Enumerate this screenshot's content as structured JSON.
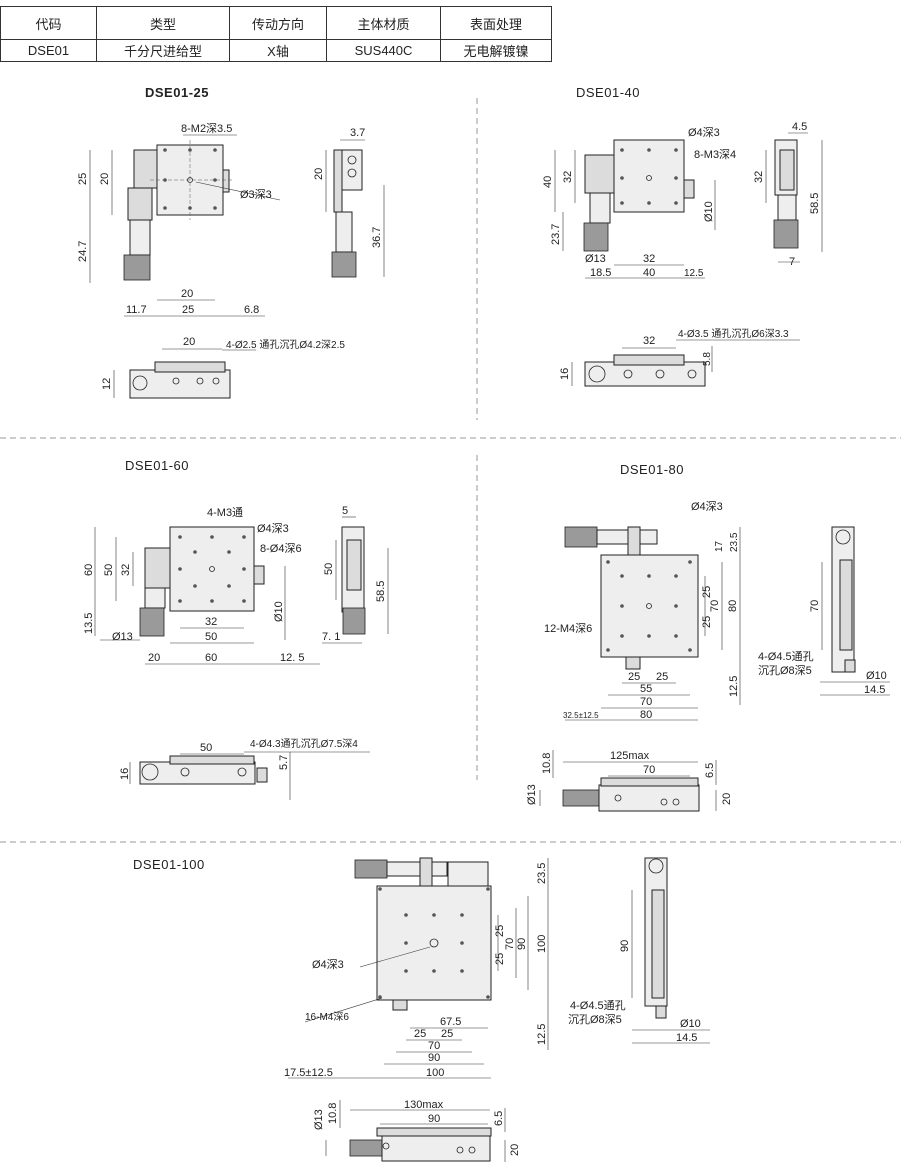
{
  "spec_table": {
    "headers": [
      "代码",
      "类型",
      "传动方向",
      "主体材质",
      "表面处理"
    ],
    "row": [
      "DSE01",
      "千分尺进给型",
      "X轴",
      "SUS440C",
      "无电解镀镍"
    ]
  },
  "sections": {
    "s25": {
      "title": "DSE01-25",
      "dims": {
        "top_holes": "8-M2深3.5",
        "h25": "25",
        "h20": "20",
        "h247": "24.7",
        "hole3": "Ø3深3",
        "w20": "20",
        "w117": "11.7",
        "w25": "25",
        "w68": "6.8",
        "side37": "3.7",
        "side20": "20",
        "side367": "36.7",
        "bottom20": "20",
        "bottom_holes": "4-Ø2.5 通孔沉孔Ø4.2深2.5",
        "bottom12": "12"
      }
    },
    "s40": {
      "title": "DSE01-40",
      "dims": {
        "hole4": "Ø4深3",
        "m3": "8-M3深4",
        "h40": "40",
        "h32": "32",
        "h237": "23.7",
        "d13": "Ø13",
        "w185": "18.5",
        "w32": "32",
        "w40": "40",
        "w125": "12.5",
        "d10": "Ø10",
        "side45": "4.5",
        "side32": "32",
        "side585": "58.5",
        "side7": "7",
        "bottom32": "32",
        "bottom_holes": "4-Ø3.5 通孔沉孔Ø6深3.3",
        "bottom16": "16",
        "bottom58": "5.8"
      }
    },
    "s60": {
      "title": "DSE01-60",
      "dims": {
        "m3": "4-M3通",
        "hole4": "Ø4深3",
        "hole8": "8-Ø4深6",
        "h60": "60",
        "h50": "50",
        "h32": "32",
        "h135": "13.5",
        "d13": "Ø13",
        "w32": "32",
        "w50": "50",
        "w20": "20",
        "w60": "60",
        "w125": "12. 5",
        "d10": "Ø10",
        "side5": "5",
        "side50": "50",
        "side585": "58.5",
        "side71": "7. 1",
        "bottom50": "50",
        "bottom_holes": "4-Ø4.3通孔沉孔Ø7.5深4",
        "bottom16": "16",
        "bottom57": "5.7"
      }
    },
    "s80": {
      "title": "DSE01-80",
      "dims": {
        "hole4": "Ø4深3",
        "m4": "12-M4深6",
        "h17": "17",
        "h235": "23.5",
        "h25a": "25",
        "h70": "70",
        "h80": "80",
        "h25b": "25",
        "w25a": "25",
        "w25b": "25",
        "w55": "55",
        "w70": "70",
        "w80": "80",
        "w325": "32.5±12.5",
        "h125": "12.5",
        "side70": "70",
        "side_holes1": "4-Ø4.5通孔",
        "side_holes2": "沉孔Ø8深5",
        "side_d10": "Ø10",
        "side145": "14.5",
        "bottom125max": "125max",
        "bottom70": "70",
        "bottom108": "10.8",
        "bottom65": "6.5",
        "bottom_d13": "Ø13",
        "bottom20": "20"
      }
    },
    "s100": {
      "title": "DSE01-100",
      "dims": {
        "hole4": "Ø4深3",
        "m4": "16-M4深6",
        "h235": "23.5",
        "h25a": "25",
        "h70": "70",
        "h90": "90",
        "h100": "100",
        "h25b": "25",
        "w675": "67.5",
        "w25a": "25",
        "w25b": "25",
        "w70": "70",
        "w90": "90",
        "w100": "100",
        "w175": "17.5±12.5",
        "h125": "12.5",
        "side90": "90",
        "side_holes1": "4-Ø4.5通孔",
        "side_holes2": "沉孔Ø8深5",
        "side_d10": "Ø10",
        "side145": "14.5",
        "bottom130max": "130max",
        "bottom90": "90",
        "bottom108": "10.8",
        "bottom65": "6.5",
        "bottom_d13": "Ø13",
        "bottom20": "20"
      }
    }
  }
}
